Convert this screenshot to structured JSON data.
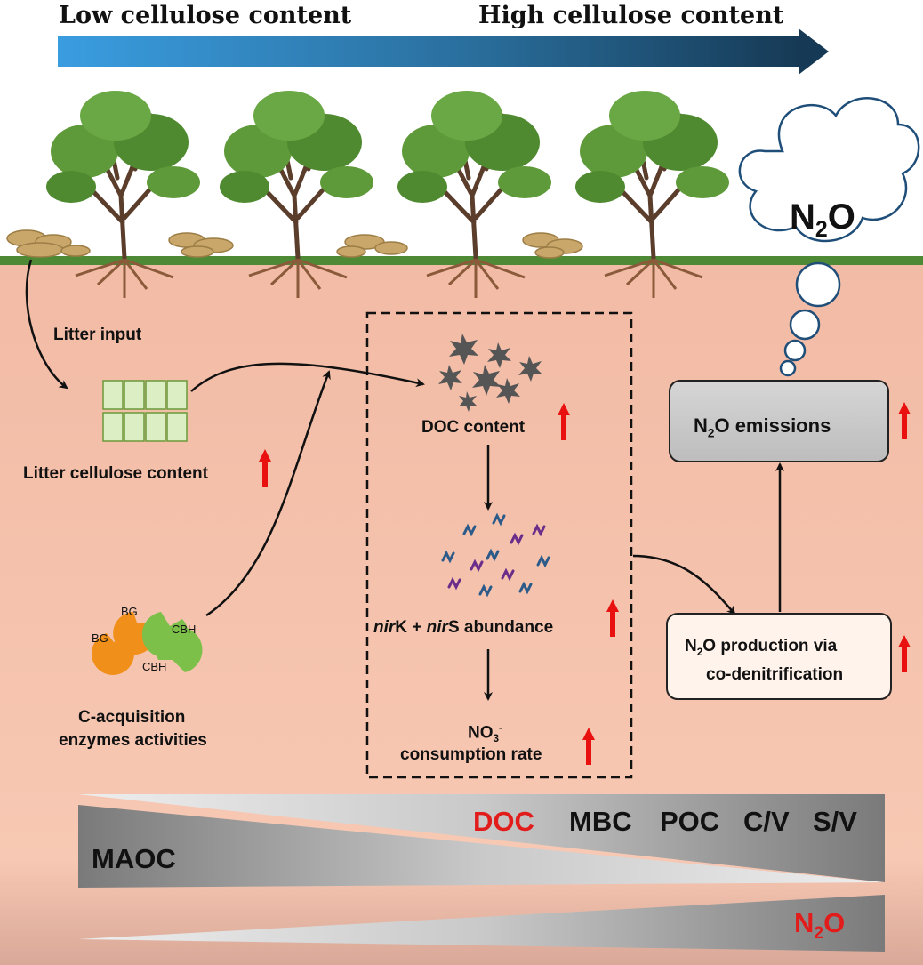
{
  "gradient_arrow": {
    "left_label": "Low cellulose content",
    "right_label": "High cellulose content"
  },
  "cloud": {
    "label_n": "N",
    "label_sub": "2",
    "label_o": "O"
  },
  "left": {
    "litter_input": "Litter input",
    "litter_cellulose": "Litter cellulose content",
    "enzymes_line1": "C-acquisition",
    "enzymes_line2": "enzymes activities",
    "enzyme_bg": "BG",
    "enzyme_cbh": "CBH"
  },
  "center": {
    "doc": "DOC content",
    "nir_k_italic": "nir",
    "nir_k_rest": "K + ",
    "nir_s_italic": "nir",
    "nir_s_rest": "S abundance",
    "no3_main": "NO",
    "no3_sub": "3",
    "no3_sup": "-",
    "consumption": "consumption rate"
  },
  "right": {
    "emissions_n": "N",
    "emissions_sub": "2",
    "emissions_rest": "O emissions",
    "production_n": "N",
    "production_sub": "2",
    "production_rest": "O production via",
    "production_line2": "co-denitrification"
  },
  "bottom": {
    "maoc": "MAOC",
    "doc": "DOC",
    "mbc": "MBC",
    "poc": "POC",
    "cv": "C/V",
    "sv": "S/V",
    "n2o_n": "N",
    "n2o_sub": "2",
    "n2o_o": "O"
  },
  "colors": {
    "soil": "#f6c3ac",
    "grass": "#4e8a35",
    "increase_arrow": "#e8110f",
    "highlight_text": "#e21b1b",
    "header_arrow_start": "#3a9de0",
    "header_arrow_end": "#163a55"
  }
}
